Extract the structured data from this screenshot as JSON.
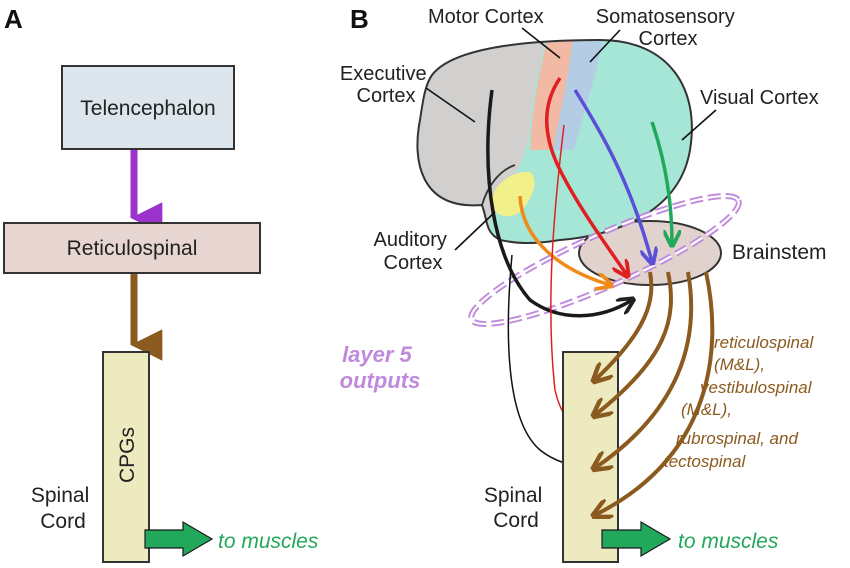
{
  "panel_a": {
    "letter": "A",
    "telencephalon": "Telencephalon",
    "reticulospinal": "Reticulospinal",
    "cpgs": "CPGs",
    "spinal_cord": [
      "Spinal",
      "Cord"
    ],
    "to_muscles": "to muscles"
  },
  "panel_b": {
    "letter": "B",
    "motor_cortex": "Motor Cortex",
    "somatosensory_cortex": [
      "Somatosensory",
      "Cortex"
    ],
    "executive_cortex": [
      "Executive",
      "Cortex"
    ],
    "visual_cortex": "Visual Cortex",
    "auditory_cortex": [
      "Auditory",
      "Cortex"
    ],
    "brainstem": "Brainstem",
    "layer5_outputs": [
      "layer 5",
      "outputs"
    ],
    "tracts": [
      "reticulospinal",
      "(M&L),",
      "vestibulospinal",
      "(M&L),",
      "rubrospinal, and",
      "tectospinal"
    ],
    "spinal_cord": [
      "Spinal",
      "Cord"
    ],
    "to_muscles": "to muscles"
  },
  "colors": {
    "telencephalon_box": "#dce6ec",
    "reticulospinal_box": "#e6d5d0",
    "spinal_cord_box": "#eeeac0",
    "purple_arrow": "#9933cc",
    "brown_arrow": "#8b5a1e",
    "green_arrow": "#22a85a",
    "brain_gray": "#d2d0ce",
    "cortex_teal": "#a6e6d6",
    "motor_strip": "#f2b9a4",
    "sensory_strip": "#b4cce4",
    "auditory_yellow": "#f2f08a",
    "brainstem_fill": "#e2d2ce",
    "layer5_purple": "#c08adc"
  }
}
